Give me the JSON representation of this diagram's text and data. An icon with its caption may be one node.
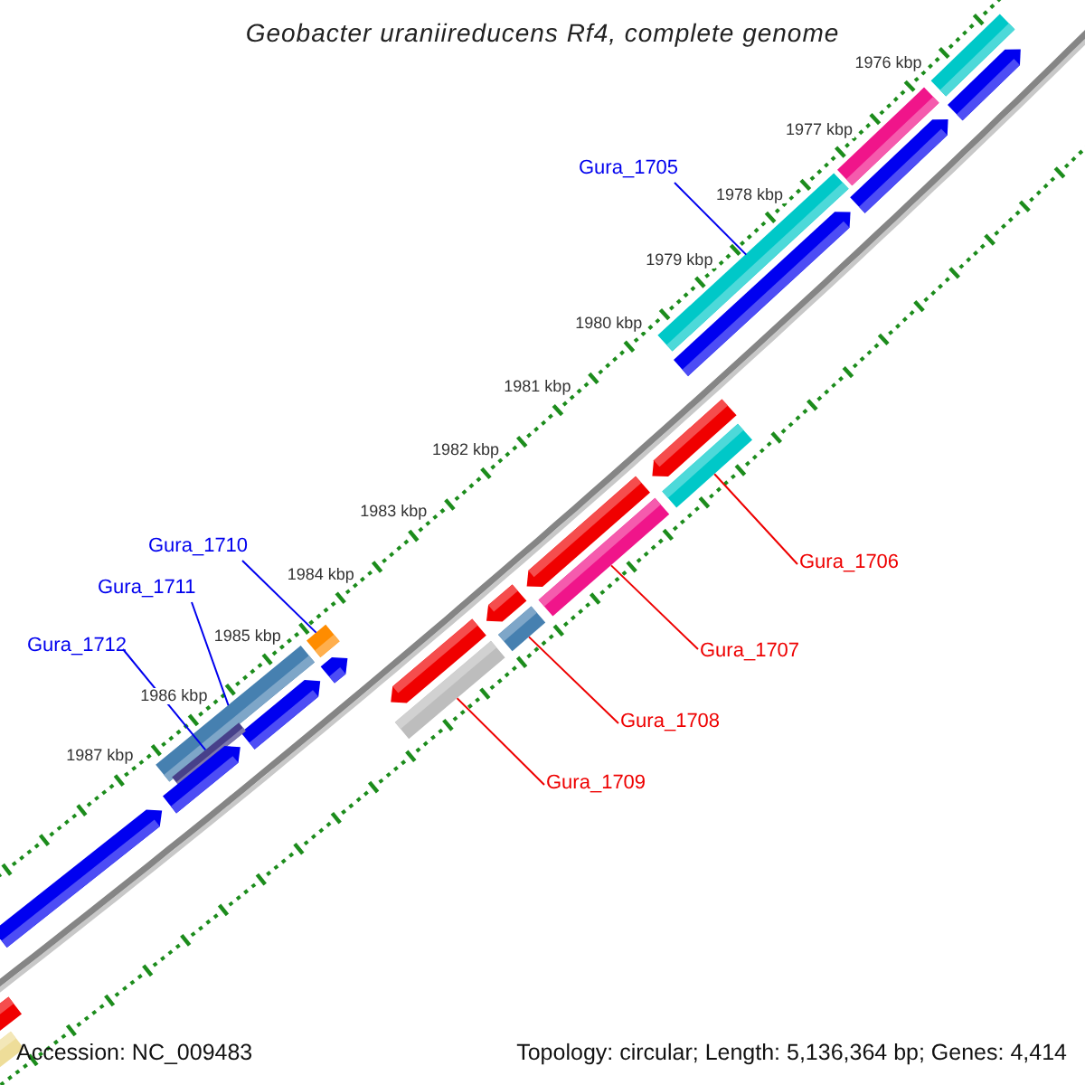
{
  "diagram": {
    "title": "Geobacter uraniireducens Rf4, complete genome",
    "nodes": [
      {
        "text": [
          "Gura_1705"
        ]
      },
      {
        "text": [
          "Gura_1706"
        ]
      },
      {
        "text": [
          "Gura_1707"
        ]
      },
      {
        "text": [
          "Gura_1708"
        ]
      },
      {
        "text": [
          "Gura_1709"
        ]
      },
      {
        "text": [
          "Gura_1710"
        ]
      },
      {
        "text": [
          "Gura_1711"
        ]
      },
      {
        "text": [
          "Gura_1712"
        ]
      },
      {
        "text": [],
        "shape": "bar"
      },
      {
        "text": [],
        "shape": "pentagon"
      },
      {
        "text": [],
        "shape": "bar"
      },
      {
        "text": [],
        "shape": "pentagon"
      },
      {
        "text": [],
        "shape": "bar"
      },
      {
        "text": [],
        "shape": "pentagon"
      },
      {
        "text": [],
        "shape": "pentagon"
      },
      {
        "text": [],
        "shape": "bar"
      },
      {
        "text": [],
        "shape": "pentagon"
      },
      {
        "text": [],
        "shape": "bar"
      },
      {
        "text": [],
        "shape": "pentagon"
      },
      {
        "text": [],
        "shape": "bar"
      },
      {
        "text": [],
        "shape": "pentagon"
      },
      {
        "text": [],
        "shape": "bar"
      },
      {
        "text": [],
        "shape": "bar"
      },
      {
        "text": [],
        "shape": "pentagon"
      },
      {
        "text": [],
        "shape": "bar"
      },
      {
        "text": [],
        "shape": "pentagon"
      },
      {
        "text": [],
        "shape": "bar"
      },
      {
        "text": [],
        "shape": "pentagon"
      },
      {
        "text": [],
        "shape": "pentagon"
      },
      {
        "text": [],
        "shape": "pentagon"
      },
      {
        "text": [],
        "shape": "bar"
      }
    ],
    "edges": [
      {
        "from": 0,
        "to": 12,
        "arrow": "none"
      },
      {
        "from": 1,
        "to": 15,
        "arrow": "none",
        "color": "#ee0000"
      },
      {
        "from": 2,
        "to": 17,
        "arrow": "none",
        "color": "#ee0000"
      },
      {
        "from": 3,
        "to": 19,
        "arrow": "none",
        "color": "#ee0000"
      },
      {
        "from": 4,
        "to": 21,
        "arrow": "none",
        "color": "#ee0000"
      },
      {
        "from": 5,
        "to": 22,
        "arrow": "none"
      },
      {
        "from": 6,
        "to": 24,
        "arrow": "none"
      },
      {
        "from": 7,
        "to": 26,
        "arrow": "none"
      }
    ],
    "labels": [
      "1976 kbp",
      "1977 kbp",
      "1978 kbp",
      "1979 kbp",
      "1980 kbp",
      "1981 kbp",
      "1982 kbp",
      "1983 kbp",
      "1984 kbp",
      "1985 kbp",
      "1986 kbp",
      "1987 kbp",
      "Accession: NC_009483",
      "Topology: circular; Length: 5,136,364 bp; Genes: 4,414"
    ]
  }
}
